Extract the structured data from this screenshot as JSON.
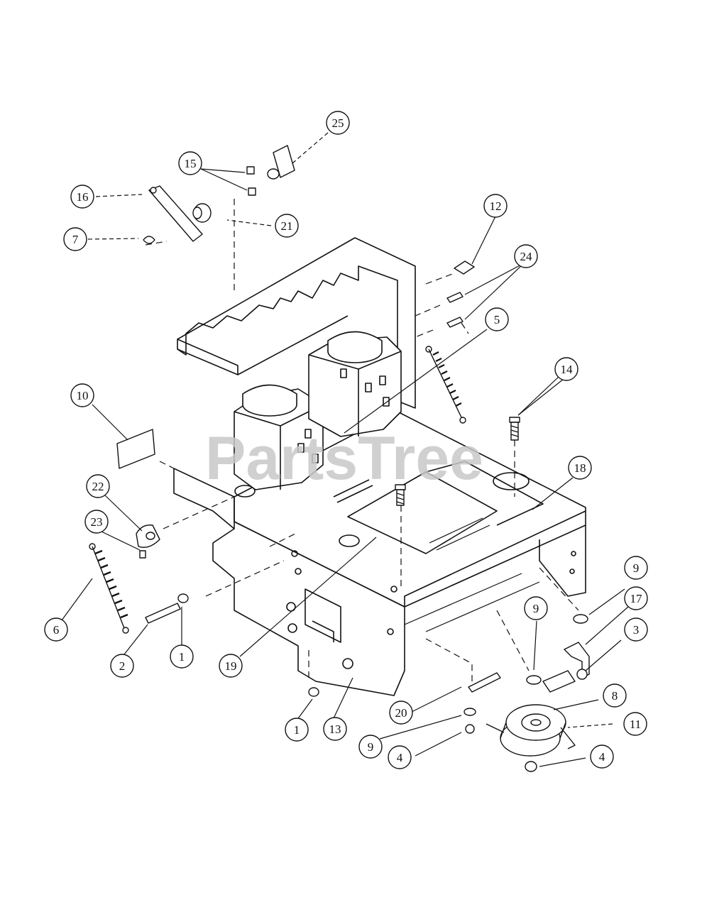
{
  "watermark": "PartsTree",
  "colors": {
    "line": "#111111",
    "watermark": "#c8c8c8",
    "background": "#ffffff"
  },
  "callouts": [
    {
      "label": "25"
    },
    {
      "label": "15"
    },
    {
      "label": "16"
    },
    {
      "label": "21"
    },
    {
      "label": "7"
    },
    {
      "label": "12"
    },
    {
      "label": "24"
    },
    {
      "label": "5"
    },
    {
      "label": "14"
    },
    {
      "label": "10"
    },
    {
      "label": "18"
    },
    {
      "label": "22"
    },
    {
      "label": "23"
    },
    {
      "label": "9"
    },
    {
      "label": "17"
    },
    {
      "label": "9"
    },
    {
      "label": "3"
    },
    {
      "label": "6"
    },
    {
      "label": "2"
    },
    {
      "label": "1"
    },
    {
      "label": "19"
    },
    {
      "label": "1"
    },
    {
      "label": "13"
    },
    {
      "label": "20"
    },
    {
      "label": "8"
    },
    {
      "label": "11"
    },
    {
      "label": "9"
    },
    {
      "label": "4"
    },
    {
      "label": "4"
    }
  ]
}
